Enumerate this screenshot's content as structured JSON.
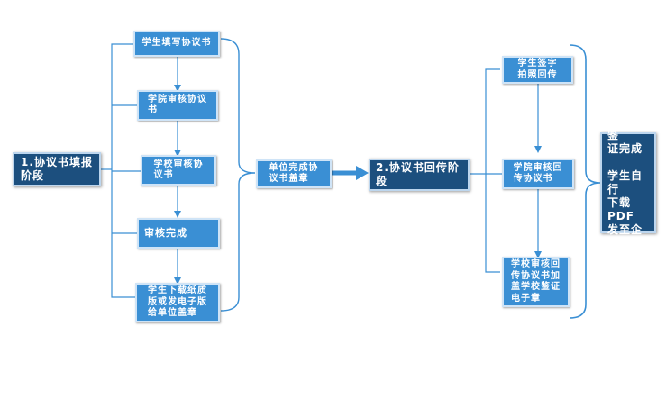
{
  "phase1": {
    "title": "1.协议书填报\n阶段",
    "steps": [
      "学生填写协议书",
      "学院审核协议\n书",
      "学校审核协\n议书",
      "审核完成",
      "学生下载纸质\n版或发电子版\n给单位盖章"
    ]
  },
  "middle": {
    "label": "单位完成协\n议书盖章"
  },
  "phase2": {
    "title": "2.协议书回传阶段",
    "steps": [
      "学生签字\n拍照回传",
      "学院审核回\n传协议书",
      "学校审核回\n传协议书加\n盖学校鉴证\n电子章"
    ]
  },
  "result": {
    "label": "协议书鉴\n证完成\n\n学生自行\n下载PDF\n发至企业"
  },
  "colors": {
    "light_box": "#3a8fd4",
    "dark_box": "#1c4f7e",
    "line": "#3a8fd4"
  }
}
